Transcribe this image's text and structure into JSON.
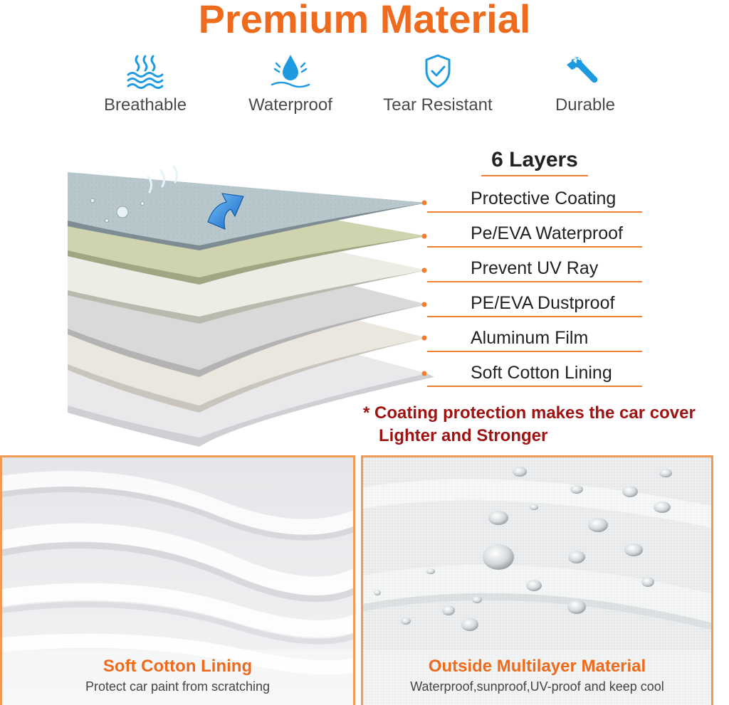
{
  "title": "Premium Material",
  "features": [
    {
      "icon": "waves-icon",
      "label": "Breathable"
    },
    {
      "icon": "water-drop-icon",
      "label": "Waterproof"
    },
    {
      "icon": "shield-check-icon",
      "label": "Tear Resistant"
    },
    {
      "icon": "wrench-icon",
      "label": "Durable"
    }
  ],
  "layers": {
    "heading": "6 Layers",
    "items": [
      "Protective Coating",
      "Pe/EVA Waterproof",
      "Prevent UV Ray",
      "PE/EVA Dustproof",
      "Aluminum Film",
      "Soft Cotton Lining"
    ]
  },
  "note": {
    "line1": "* Coating protection makes the car cover",
    "line2": "Lighter and Stronger"
  },
  "panels": [
    {
      "title": "Soft Cotton Lining",
      "subtitle": "Protect car paint from scratching"
    },
    {
      "title": "Outside Multilayer Material",
      "subtitle": "Waterproof,sunproof,UV-proof and keep cool"
    }
  ],
  "colors": {
    "accent": "#ee6a1c",
    "note": "#a01313",
    "icon": "#1e9be0"
  }
}
